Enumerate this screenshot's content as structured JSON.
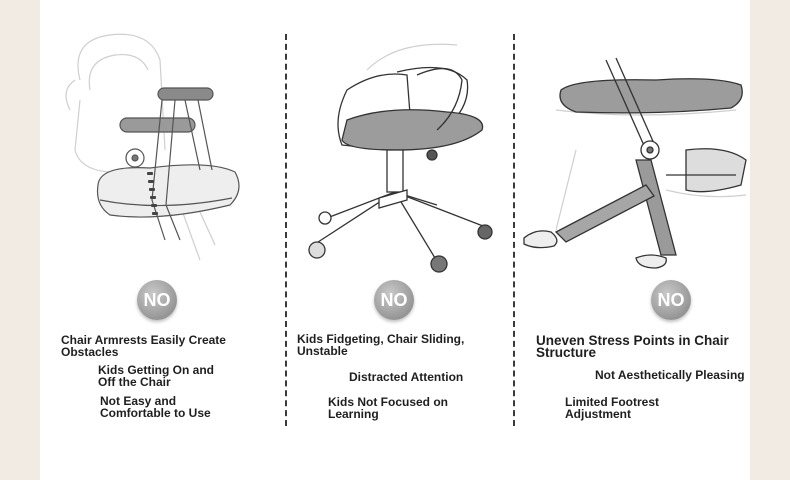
{
  "panels": [
    {
      "badge": "NO",
      "heading": "Chair Armrests Easily Create Obstacles",
      "points": [
        "Kids Getting On and Off the Chair",
        "Not Easy and Comfortable to Use"
      ]
    },
    {
      "badge": "NO",
      "heading": "Kids Fidgeting, Chair Sliding, Unstable",
      "points": [
        "Distracted Attention",
        "Kids Not Focused on Learning"
      ]
    },
    {
      "badge": "NO",
      "heading": "Uneven Stress Points in Chair Structure",
      "points": [
        "Not Aesthetically Pleasing",
        "Limited Footrest Adjustment"
      ]
    }
  ],
  "colors": {
    "background": "#f1ebe3",
    "card": "#ffffff",
    "badge": "#9e9e9e",
    "line_art": "#3a3a3a"
  }
}
